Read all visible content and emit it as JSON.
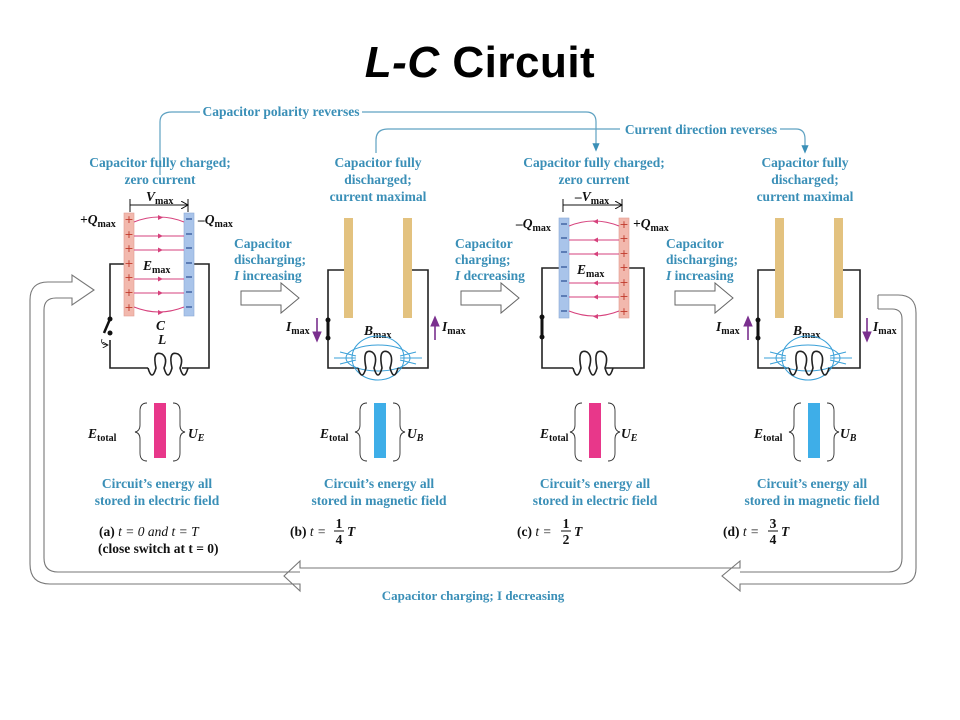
{
  "title": {
    "part1": "L-C",
    "part2": "Circuit"
  },
  "annotations": {
    "polarity_reverses": "Capacitor polarity reverses",
    "current_reverses": "Current direction reverses",
    "bottom_loop": "Capacitor charging; I decreasing"
  },
  "colors": {
    "annotation_blue": "#3a8fb7",
    "positive_plate": "#f2b8ad",
    "negative_plate": "#a9c4ea",
    "neutral_plate": "#e3c27f",
    "electric_field": "#d6417c",
    "magnetic_field": "#3aa0d8",
    "current_arrow": "#7a2f8e",
    "energy_electric": "#e8378a",
    "energy_magnetic": "#3eaee8"
  },
  "panels": [
    {
      "id": "a",
      "header": [
        "Capacitor fully charged;",
        "zero current"
      ],
      "voltage_label": "V",
      "voltage_sub": "max",
      "left_charge": "+Q",
      "right_charge": "–Q",
      "charge_sub": "max",
      "field_label": "E",
      "field_sub": "max",
      "cap_label": "C",
      "ind_label": "L",
      "energy_label": "E",
      "energy_sub": "total",
      "energy_type": "U",
      "energy_type_sub": "E",
      "caption": [
        "Circuit’s energy all",
        "stored in electric field"
      ],
      "time_prefix": "(a)",
      "time_text": "t = 0 and t = T",
      "time_note": "(close switch at t = 0)"
    },
    {
      "id": "b",
      "header": [
        "Capacitor fully",
        "discharged;",
        "current maximal"
      ],
      "current_label": "I",
      "current_sub": "max",
      "field_label": "B",
      "field_sub": "max",
      "energy_label": "E",
      "energy_sub": "total",
      "energy_type": "U",
      "energy_type_sub": "B",
      "caption": [
        "Circuit’s energy all",
        "stored in magnetic field"
      ],
      "time_prefix": "(b)",
      "time_var": "t =",
      "frac_num": "1",
      "frac_den": "4",
      "time_suffix": "T"
    },
    {
      "id": "c",
      "header": [
        "Capacitor fully charged;",
        "zero current"
      ],
      "voltage_label": "–V",
      "voltage_sub": "max",
      "left_charge": "–Q",
      "right_charge": "+Q",
      "charge_sub": "max",
      "field_label": "E",
      "field_sub": "max",
      "energy_label": "E",
      "energy_sub": "total",
      "energy_type": "U",
      "energy_type_sub": "E",
      "caption": [
        "Circuit’s energy all",
        "stored in electric field"
      ],
      "time_prefix": "(c)",
      "time_var": "t =",
      "frac_num": "1",
      "frac_den": "2",
      "time_suffix": "T"
    },
    {
      "id": "d",
      "header": [
        "Capacitor fully",
        "discharged;",
        "current maximal"
      ],
      "current_label": "I",
      "current_sub": "max",
      "field_label": "B",
      "field_sub": "max",
      "energy_label": "E",
      "energy_sub": "total",
      "energy_type": "U",
      "energy_type_sub": "B",
      "caption": [
        "Circuit’s energy all",
        "stored in magnetic field"
      ],
      "time_prefix": "(d)",
      "time_var": "t =",
      "frac_num": "3",
      "frac_den": "4",
      "time_suffix": "T"
    }
  ],
  "transitions": [
    {
      "lines": [
        "Capacitor",
        "discharging;"
      ],
      "italic": "I",
      "rest": " increasing"
    },
    {
      "lines": [
        "Capacitor",
        "charging;"
      ],
      "italic": "I",
      "rest": " decreasing"
    },
    {
      "lines": [
        "Capacitor",
        "discharging;"
      ],
      "italic": "I",
      "rest": " increasing"
    }
  ]
}
